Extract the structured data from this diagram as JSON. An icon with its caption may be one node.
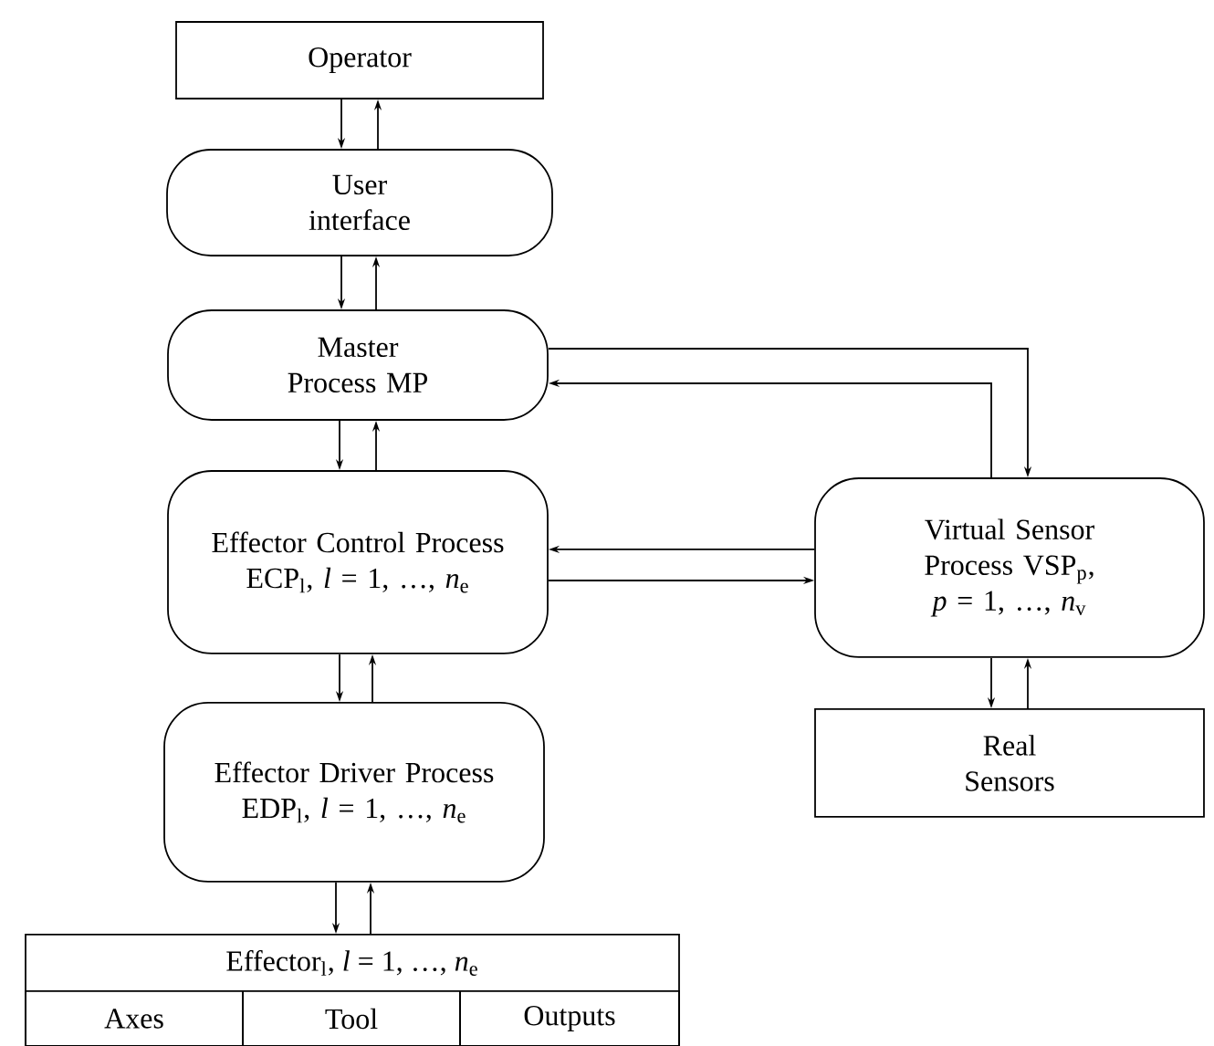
{
  "diagram": {
    "nodes": [
      {
        "text": [
          "Operator"
        ]
      },
      {
        "text": [
          "User interface"
        ]
      },
      {
        "text": [
          "Master Process MP"
        ]
      },
      {
        "text": [
          "Effector Control Process ECP$_{l}$, *l* = 1, …, *n*$_{e}$"
        ]
      },
      {
        "text": [
          "Virtual Sensor Process VSP$_{p}$, *p* = 1, …, *n*$_{v}$"
        ]
      },
      {
        "text": [
          "Effector Driver Process EDP$_{l}$, *l* = 1, …, *n*$_{e}$"
        ]
      },
      {
        "text": [
          "Real Sensors"
        ]
      },
      {
        "text": [
          "Effector$_{l}$, *l* = 1, …, *n*$_{e}$"
        ]
      },
      {
        "text": [
          "Axes"
        ],
        "in": 7
      },
      {
        "text": [
          "Tool"
        ],
        "in": 7
      },
      {
        "text": [
          "Outputs"
        ],
        "in": 7
      }
    ],
    "edges": [
      {
        "from": 0,
        "to": 1,
        "arrow": "to"
      },
      {
        "from": 1,
        "to": 0,
        "arrow": "to"
      },
      {
        "from": 1,
        "to": 2,
        "arrow": "to"
      },
      {
        "from": 2,
        "to": 1,
        "arrow": "to"
      },
      {
        "from": 2,
        "to": 4,
        "arrow": "to"
      },
      {
        "from": 4,
        "to": 2,
        "arrow": "to"
      },
      {
        "from": 2,
        "to": 3,
        "arrow": "to"
      },
      {
        "from": 3,
        "to": 2,
        "arrow": "to"
      },
      {
        "from": 4,
        "to": 3,
        "arrow": "to"
      },
      {
        "from": 3,
        "to": 4,
        "arrow": "to"
      },
      {
        "from": 4,
        "to": 6,
        "arrow": "to"
      },
      {
        "from": 6,
        "to": 4,
        "arrow": "to"
      },
      {
        "from": 3,
        "to": 5,
        "arrow": "to"
      },
      {
        "from": 5,
        "to": 3,
        "arrow": "to"
      },
      {
        "from": 5,
        "to": 7,
        "arrow": "to"
      },
      {
        "from": 7,
        "to": 5,
        "arrow": "to"
      }
    ]
  }
}
